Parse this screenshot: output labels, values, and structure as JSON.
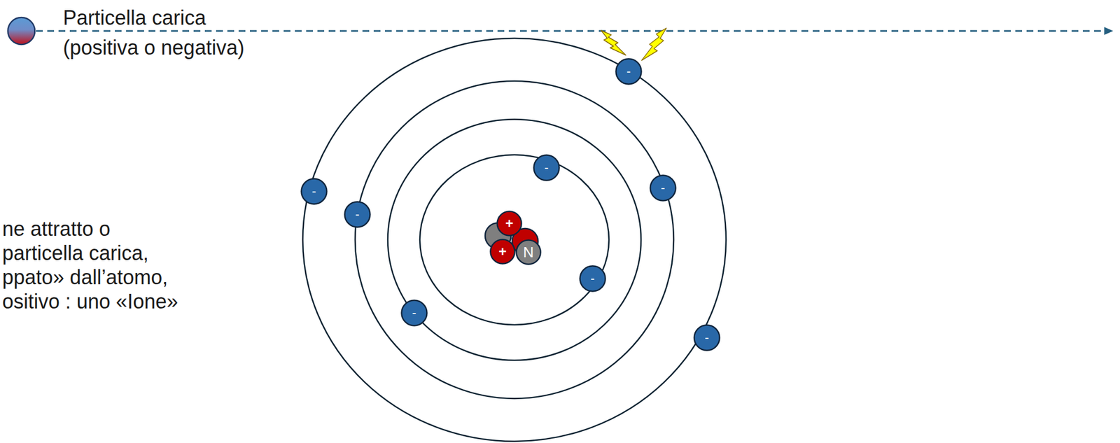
{
  "diagram": {
    "nodes": [
      {
        "text": [
          "-"
        ]
      },
      {
        "text": [
          "-"
        ]
      },
      {
        "text": [
          "-"
        ]
      },
      {
        "text": [
          "-"
        ]
      },
      {
        "text": [
          "-"
        ]
      },
      {
        "text": [
          "+"
        ]
      },
      {
        "text": [
          "+"
        ]
      },
      {
        "text": [
          "N"
        ]
      },
      {
        "text": [
          "-"
        ]
      },
      {
        "text": [
          "-"
        ]
      },
      {
        "text": [
          "-"
        ]
      }
    ],
    "labels": [
      "Particella carica (positiva o negativa)",
      "ne attratto o",
      "particella carica,",
      "ppato» dall’atomo,",
      "ositivo : uno «Ione»"
    ]
  }
}
